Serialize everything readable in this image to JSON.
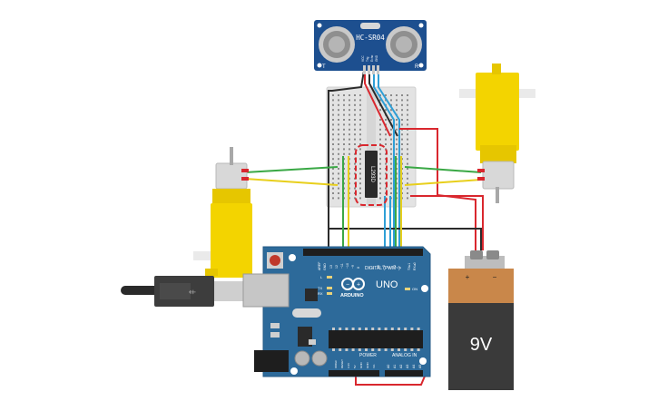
{
  "sensor": {
    "model": "HC-SR04",
    "left_mark": "T",
    "right_mark": "R",
    "pins": [
      "VCC",
      "Trig",
      "Echo",
      "GND"
    ]
  },
  "driver_chip": {
    "label": "L293D"
  },
  "arduino": {
    "brand": "ARDUINO",
    "model": "UNO",
    "digital_label": "DIGITAL (PWM~)",
    "power_label": "POWER",
    "analog_label": "ANALOG IN",
    "aref": "AREF",
    "gnd": "GND",
    "d_pins": [
      "13",
      "12",
      "~11",
      "~10",
      "~9",
      "8",
      "7",
      "~6",
      "~5",
      "4",
      "~3",
      "2",
      "TX▸1",
      "RX◂0"
    ],
    "power_pins": [
      "IOREF",
      "RESET",
      "3.3V",
      "5V",
      "GND",
      "GND",
      "Vin"
    ],
    "analog_pins": [
      "A0",
      "A1",
      "A2",
      "A3",
      "A4",
      "A5"
    ],
    "led_l": "L",
    "led_tx": "TX",
    "led_rx": "RX",
    "led_on": "ON"
  },
  "battery": {
    "label": "9V",
    "plus": "+",
    "minus": "−"
  },
  "wire_colors": {
    "red": "#d9272e",
    "black": "#2b2b2b",
    "blue": "#2f9fd6",
    "green": "#3aa845",
    "yellow": "#e8cf1c"
  },
  "colors": {
    "board": "#2d6a9a",
    "motor_yellow": "#f3d400",
    "battery_orange": "#c9874a",
    "battery_body": "#3a3a3a",
    "sensor_blue": "#1d4f8f"
  }
}
